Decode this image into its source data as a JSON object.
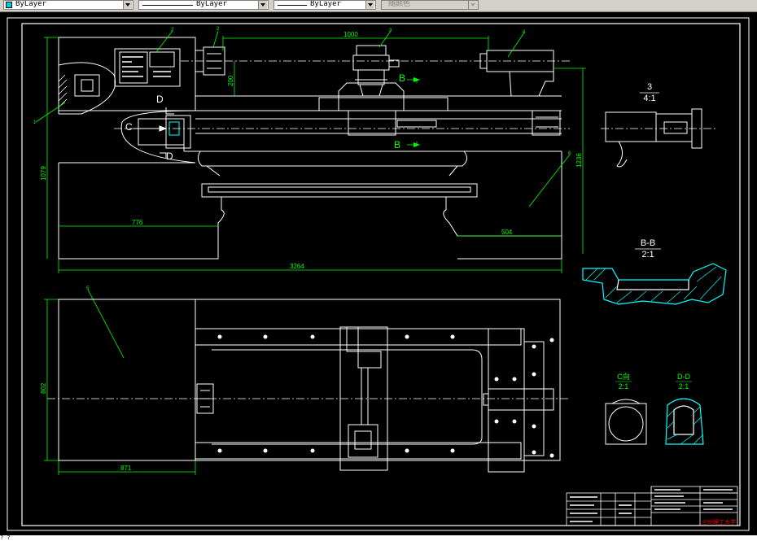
{
  "toolbar": {
    "color_value": "ByLayer",
    "linetype_value": "ByLayer",
    "lineweight_value": "ByLayer",
    "plotstyle_value": "随颜色"
  },
  "colors": {
    "model_bg": "#000000",
    "geometry": "#ffffff",
    "dimension": "#00ff00",
    "hatch": "#00ffff",
    "frame_text": "#ff0000"
  },
  "drawing": {
    "front_view": {
      "dim_top_length": "1000",
      "dim_chuck_offset": "200",
      "dim_total_height": "1079",
      "dim_tail_height": "1236",
      "dim_left_foot": "776",
      "dim_right_foot": "504",
      "dim_overall_length": "3264",
      "section_b_upper": "B",
      "section_b_lower": "B",
      "section_d_upper": "D",
      "section_d_lower": "D",
      "view_c": "C"
    },
    "top_view": {
      "dim_width": "802",
      "dim_left_length": "871"
    },
    "details": {
      "detail3_title": "3",
      "detail3_scale": "4:1",
      "bb_title": "B-B",
      "bb_scale": "2:1",
      "c_title": "C向",
      "c_scale": "2:1",
      "dd_title": "D-D",
      "dd_scale": "2:1"
    },
    "balloons": [
      "1",
      "2",
      "3",
      "4",
      "5",
      "6"
    ],
    "title_block": {
      "school": "兰州理工大学"
    }
  },
  "command_line": {
    "prompt": "? ?"
  }
}
